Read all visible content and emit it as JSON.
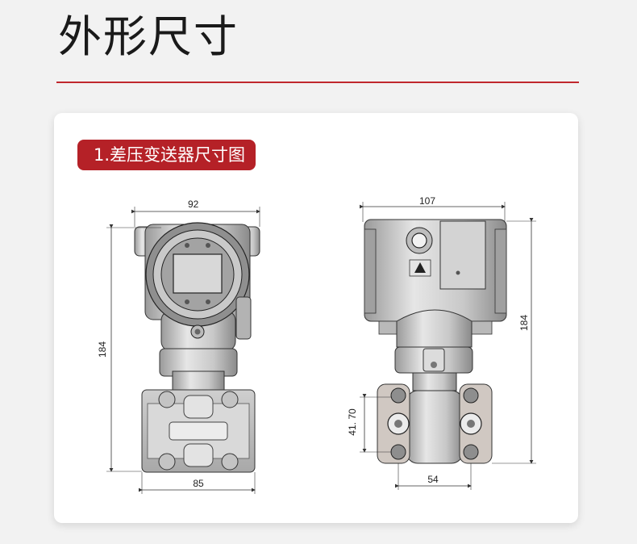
{
  "page": {
    "title": "外形尺寸"
  },
  "section": {
    "label": "1.差压变送器尺寸图"
  },
  "dimensions": {
    "front_width": "92",
    "front_height": "184",
    "front_base_width": "85",
    "side_width": "107",
    "side_height": "184",
    "side_flange_height": "41. 70",
    "side_base_width": "54"
  },
  "colors": {
    "accent": "#c0272d",
    "tag_bg": "#b52127"
  }
}
